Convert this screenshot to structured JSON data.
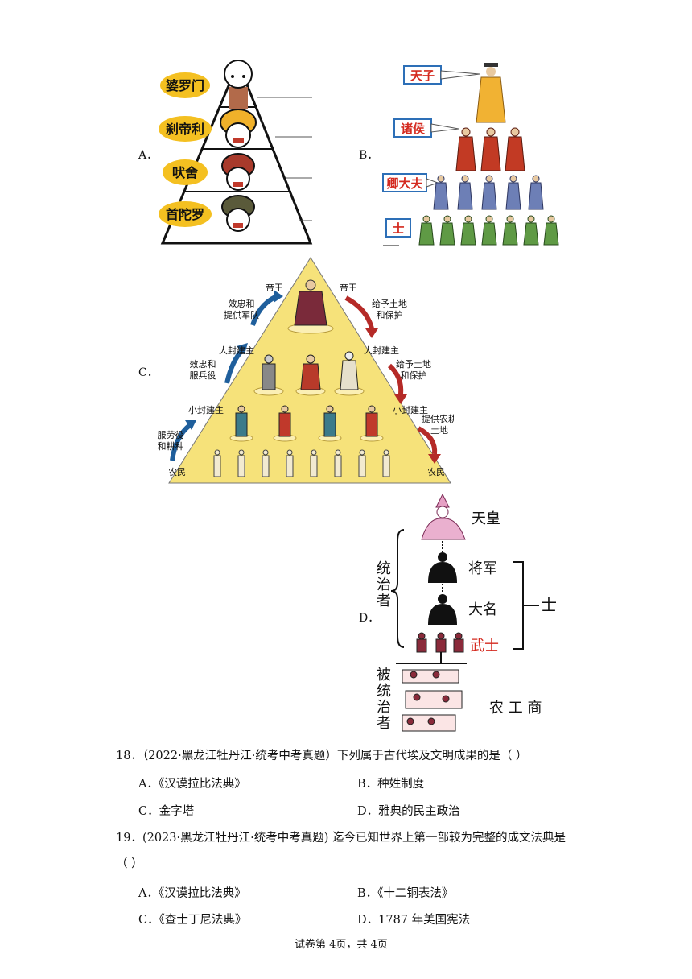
{
  "options_images": {
    "A": {
      "letter": "A．",
      "castes": [
        "婆罗门",
        "刹帝利",
        "吠舍",
        "首陀罗"
      ]
    },
    "B": {
      "letter": "B．",
      "ranks": [
        "天子",
        "诸侯",
        "卿大夫",
        "士"
      ]
    },
    "C": {
      "letter": "C．",
      "ranks_left": [
        "帝王",
        "大封建主",
        "小封建主",
        "农民"
      ],
      "ranks_right": [
        "帝王",
        "大封建主",
        "小封建主",
        "农民"
      ],
      "up_labels": [
        [
          "效忠和",
          "提供军队"
        ],
        [
          "效忠和",
          "服兵役"
        ],
        [
          "服劳役",
          "和耕种"
        ]
      ],
      "down_labels": [
        [
          "给予土地",
          "和保护"
        ],
        [
          "给予土地",
          "和保护"
        ],
        [
          "提供农耕",
          "土地"
        ]
      ]
    },
    "D": {
      "letter": "D．",
      "emperor": "天皇",
      "shogun": "将军",
      "daimyo": "大名",
      "samurai": "武士",
      "shi": "士",
      "rulers": [
        "统",
        "治",
        "者"
      ],
      "ruled": [
        "被",
        "统",
        "治",
        "者"
      ],
      "commoners": "农 工 商"
    }
  },
  "questions": [
    {
      "stem": "18．（2022·黑龙江牡丹江·统考中考真题）下列属于古代埃及文明成果的是（    ）",
      "options": [
        "A．《汉谟拉比法典》",
        "B．种姓制度",
        "C．金字塔",
        "D．雅典的民主政治"
      ]
    },
    {
      "stem_line1": "19．(2023·黑龙江牡丹江·统考中考真题) 迄今已知世界上第一部较为完整的成文法典是",
      "stem_line2": "（    ）",
      "options": [
        "A．《汉谟拉比法典》",
        "B．《十二铜表法》",
        "C．《查士丁尼法典》",
        "D．1787 年美国宪法"
      ]
    }
  ],
  "footer": "试卷第 4页，共 4页"
}
